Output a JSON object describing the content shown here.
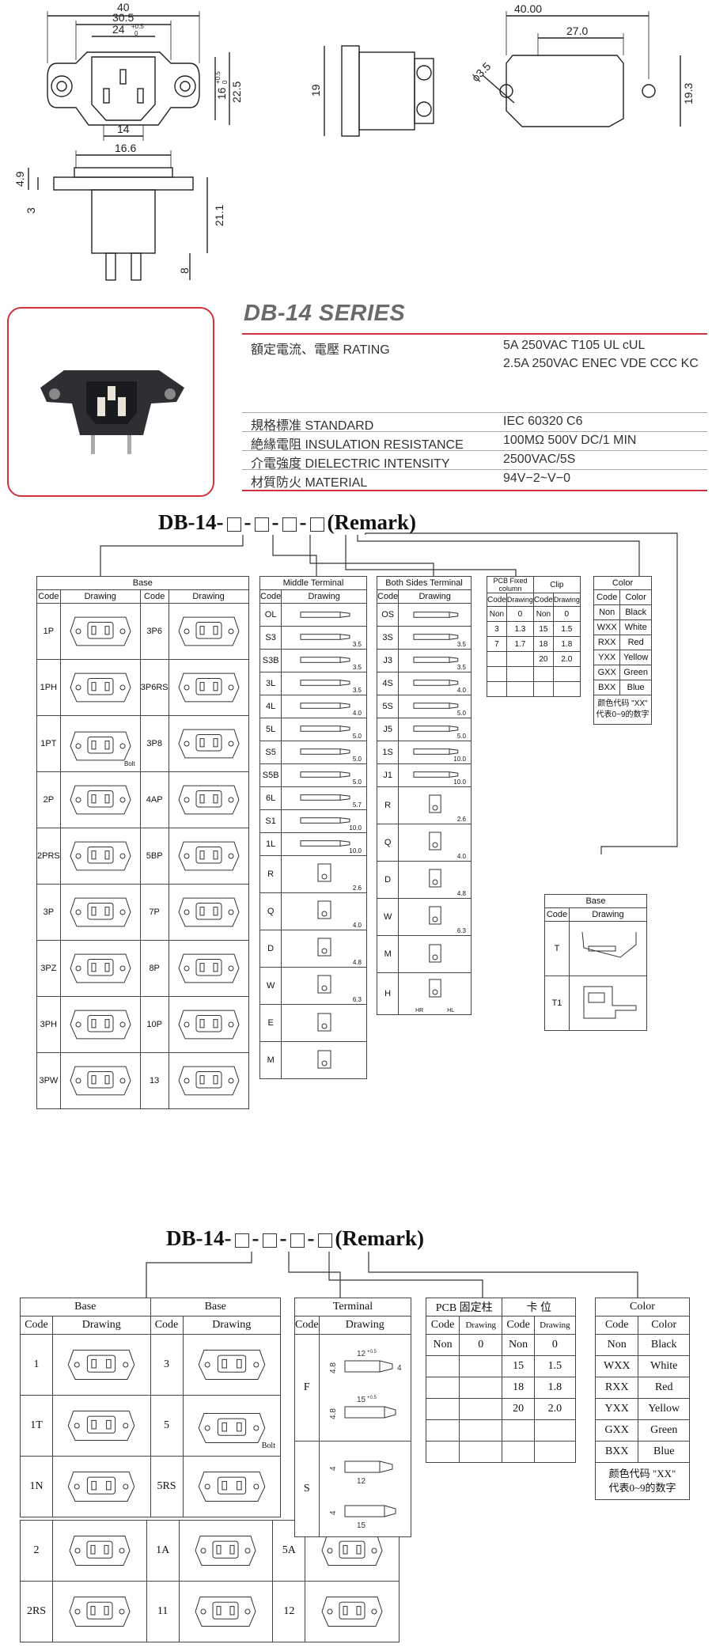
{
  "dims": {
    "top_width": "40",
    "inner_width": "30.5",
    "slot_width": "24",
    "slot_tol_plus": "+0.5",
    "slot_tol_minus": "0",
    "height_16": "16",
    "h16_tol_plus": "+0.5",
    "h16_tol_minus": "0",
    "height_22_5": "22.5",
    "width_14": "14",
    "side_19": "19",
    "rear_width": "40.00",
    "rear_27": "27.0",
    "hole_dia": "ϕ3.5",
    "rear_19_3": "19.3",
    "flange_16_6": "16.6",
    "flange_4_9": "4.9",
    "flange_3": "3",
    "depth_21_1": "21.1",
    "pin_8": "8"
  },
  "series": {
    "title": "DB-14 SERIES",
    "specs": [
      {
        "label": "額定電流、電壓 RATING",
        "value": "5A 250VAC T105 UL cUL"
      },
      {
        "label": "",
        "value": "2.5A 250VAC ENEC VDE CCC KC"
      },
      {
        "label": "規格標准 STANDARD",
        "value": "IEC 60320 C6"
      },
      {
        "label": "絶緣電阻 INSULATION RESISTANCE",
        "value": "100MΩ 500V DC/1 MIN"
      },
      {
        "label": "介電強度 DIELECTRIC INTENSITY",
        "value": "2500VAC/5S"
      },
      {
        "label": "材質防火 MATERIAL",
        "value": "94V−2~V−0"
      }
    ]
  },
  "code1": {
    "prefix": "DB-14-",
    "sep": "-",
    "remark": "(Remark)"
  },
  "base_table": {
    "title": "Base",
    "code": "Code",
    "drawing": "Drawing",
    "left": [
      "1P",
      "1PH",
      "1PT",
      "2P",
      "2PRS",
      "3P",
      "3PZ",
      "3PH",
      "3PW"
    ],
    "right": [
      "3P6",
      "3P6RS",
      "3P8",
      "4AP",
      "5BP",
      "7P",
      "8P",
      "10P",
      "13"
    ],
    "bolt": "Bolt"
  },
  "middle_terminal": {
    "title": "Middle Terminal",
    "code": "Code",
    "drawing": "Drawing",
    "rows": [
      "OL",
      "S3",
      "S3B",
      "3L",
      "4L",
      "5L",
      "S5",
      "S5B",
      "6L",
      "S1",
      "1L",
      "R",
      "Q",
      "D",
      "W",
      "E",
      "M"
    ],
    "dims": [
      "",
      "3.5",
      "3.5",
      "3.5",
      "4.0",
      "5.0",
      "5.0",
      "5.0",
      "5.7",
      "10.0",
      "10.0",
      "2.6",
      "4.0",
      "4.8",
      "6.3",
      "",
      ""
    ]
  },
  "both_sides_terminal": {
    "title": "Both Sides Terminal",
    "code": "Code",
    "drawing": "Drawing",
    "rows": [
      "OS",
      "3S",
      "J3",
      "4S",
      "5S",
      "J5",
      "1S",
      "J1",
      "R",
      "Q",
      "D",
      "W",
      "M",
      "H"
    ],
    "dims": [
      "",
      "3.5",
      "3.5",
      "4.0",
      "5.0",
      "5.0",
      "10.0",
      "10.0",
      "2.6",
      "4.0",
      "4.8",
      "6.3",
      "",
      ""
    ],
    "hr": "HR",
    "hl": "HL"
  },
  "pcb_clip": {
    "pcb_title": "PCB Fixed column",
    "clip_title": "Clip",
    "code": "Code",
    "drawing": "Drawing",
    "rows": [
      [
        "Non",
        "0",
        "Non",
        "0"
      ],
      [
        "3",
        "1.3",
        "15",
        "1.5"
      ],
      [
        "7",
        "1.7",
        "18",
        "1.8"
      ],
      [
        "",
        "",
        "20",
        "2.0"
      ]
    ]
  },
  "color_table": {
    "title": "Color",
    "code": "Code",
    "color": "Color",
    "rows": [
      [
        "Non",
        "Black"
      ],
      [
        "WXX",
        "White"
      ],
      [
        "RXX",
        "Red"
      ],
      [
        "YXX",
        "Yellow"
      ],
      [
        "GXX",
        "Green"
      ],
      [
        "BXX",
        "Blue"
      ]
    ],
    "note1": "颜色代码 \"XX\"",
    "note2": "代表0~9的数字"
  },
  "base_small": {
    "title": "Base",
    "code": "Code",
    "drawing": "Drawing",
    "rows": [
      "T",
      "T1"
    ]
  },
  "code2": {
    "prefix": "DB-14-",
    "sep": "-",
    "remark": "(Remark)"
  },
  "base2": {
    "title": "Base",
    "code": "Code",
    "drawing": "Drawing",
    "left": [
      "1",
      "1T",
      "1N"
    ],
    "right": [
      "3",
      "5",
      "5RS"
    ],
    "bolt": "Bolt",
    "bottom": [
      [
        "2",
        "1A",
        "5A"
      ],
      [
        "2RS",
        "11",
        "12"
      ]
    ]
  },
  "terminal2": {
    "title": "Terminal",
    "code": "Code",
    "drawing": "Drawing",
    "rows": [
      "F",
      "S"
    ],
    "d1": "12",
    "d2": "15",
    "t": "+0.5",
    "w1": "4.8",
    "w2": "4"
  },
  "pcb_clip2": {
    "pcb_title": "PCB 固定柱",
    "clip_title": "卡  位",
    "code": "Code",
    "drawing": "Drawing",
    "rows": [
      [
        "Non",
        "0",
        "Non",
        "0"
      ],
      [
        "",
        "",
        "15",
        "1.5"
      ],
      [
        "",
        "",
        "18",
        "1.8"
      ],
      [
        "",
        "",
        "20",
        "2.0"
      ]
    ]
  },
  "color2": {
    "title": "Color",
    "code": "Code",
    "color": "Color",
    "rows": [
      [
        "Non",
        "Black"
      ],
      [
        "WXX",
        "White"
      ],
      [
        "RXX",
        "Red"
      ],
      [
        "YXX",
        "Yellow"
      ],
      [
        "GXX",
        "Green"
      ],
      [
        "BXX",
        "Blue"
      ]
    ],
    "note1": "颜色代码 \"XX\"",
    "note2": "代表0~9的数字"
  }
}
